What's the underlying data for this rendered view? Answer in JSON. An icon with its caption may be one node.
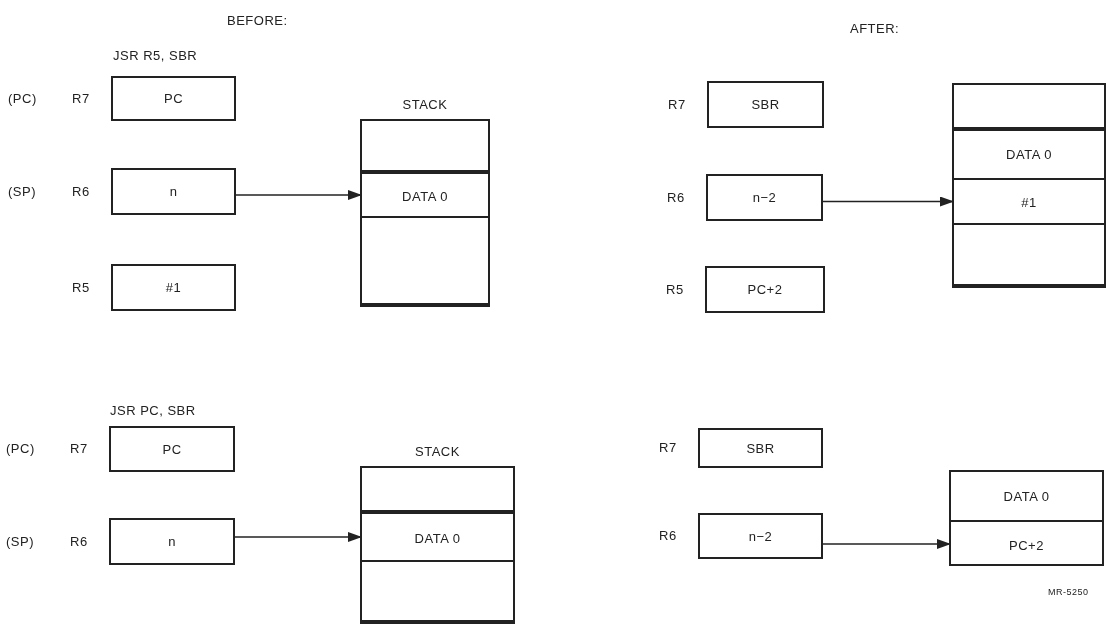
{
  "diagram": {
    "nodes": [
      {
        "text": [
          "PC"
        ],
        "beside": [
          "(PC)",
          "R7"
        ]
      },
      {
        "text": [
          "n"
        ],
        "beside": [
          "(SP)",
          "R6"
        ]
      },
      {
        "text": [
          "#1"
        ],
        "beside": [
          "R5"
        ]
      },
      {
        "text": [
          "STACK"
        ]
      },
      {
        "text": [],
        "shape": "box",
        "in": 3
      },
      {
        "text": [
          "DATA 0"
        ],
        "in": 3
      },
      {
        "text": [],
        "shape": "box",
        "in": 3
      },
      {
        "text": [
          "SBR"
        ],
        "beside": [
          "R7"
        ]
      },
      {
        "text": [
          "n−2"
        ],
        "beside": [
          "R6"
        ]
      },
      {
        "text": [
          "PC+2"
        ],
        "beside": [
          "R5"
        ]
      },
      {
        "text": [],
        "shape": "box"
      },
      {
        "text": [],
        "shape": "box",
        "in": 10
      },
      {
        "text": [
          "DATA 0"
        ],
        "in": 10
      },
      {
        "text": [
          "#1"
        ],
        "in": 10
      },
      {
        "text": [],
        "shape": "box",
        "in": 10
      },
      {
        "text": [
          "PC"
        ],
        "beside": [
          "(PC)",
          "R7"
        ]
      },
      {
        "text": [
          "n"
        ],
        "beside": [
          "(SP)",
          "R6"
        ]
      },
      {
        "text": [
          "STACK"
        ]
      },
      {
        "text": [],
        "shape": "box",
        "in": 17
      },
      {
        "text": [
          "DATA 0"
        ],
        "in": 17
      },
      {
        "text": [],
        "shape": "box",
        "in": 17
      },
      {
        "text": [
          "SBR"
        ],
        "beside": [
          "R7"
        ]
      },
      {
        "text": [
          "n−2"
        ],
        "beside": [
          "R6"
        ]
      },
      {
        "text": [],
        "shape": "box"
      },
      {
        "text": [
          "DATA 0"
        ],
        "in": 23
      },
      {
        "text": [
          "PC+2"
        ],
        "in": 23
      }
    ],
    "edges": [
      {
        "from": 1,
        "to": 5,
        "arrow": "to"
      },
      {
        "from": 8,
        "to": 13,
        "arrow": "to"
      },
      {
        "from": 16,
        "to": 19,
        "arrow": "to"
      },
      {
        "from": 22,
        "to": 25,
        "arrow": "to"
      }
    ],
    "labels": [
      "BEFORE:",
      "AFTER:",
      "JSR R5, SBR",
      "JSR PC, SBR",
      "MR-5250"
    ]
  }
}
